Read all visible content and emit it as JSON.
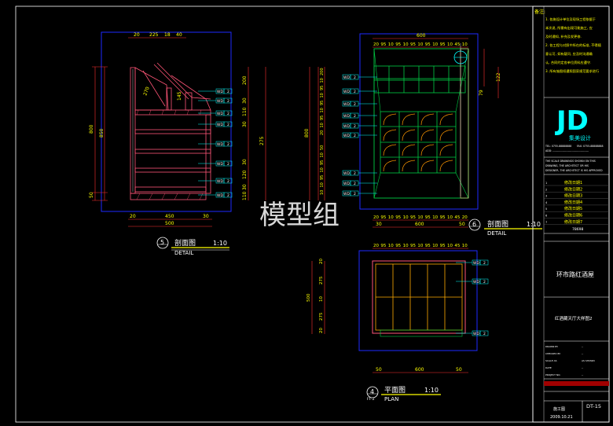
{
  "watermark": "模型组",
  "views": {
    "section5": {
      "number": "5",
      "title": "剖面图",
      "subtitle": "DETAIL",
      "scale": "1:10"
    },
    "section6": {
      "number": "6",
      "title": "剖面图",
      "subtitle": "DETAIL",
      "scale": "1:10"
    },
    "plan4": {
      "number": "4",
      "sheet_ref": "FF-2",
      "title": "平面图",
      "subtitle": "PLAN",
      "scale": "1:10"
    }
  },
  "dims": {
    "s5_top": [
      "20",
      "225",
      "18",
      "40"
    ],
    "s5_left_outer": [
      "800",
      "50"
    ],
    "s5_left_inner": [
      "850"
    ],
    "s5_right": [
      "200",
      "30",
      "110",
      "30",
      "275",
      "30",
      "120",
      "30",
      "110"
    ],
    "s5_inner": [
      "270",
      "145"
    ],
    "s5_bottom_inner": [
      "20",
      "450",
      "30"
    ],
    "s5_bottom_total": [
      "500"
    ],
    "s6_top_total": "600",
    "s6_top": [
      "20",
      "95",
      "10",
      "95",
      "10",
      "95",
      "10",
      "95",
      "10",
      "95",
      "10",
      "45",
      "10"
    ],
    "s6_left": [
      "200",
      "10",
      "95",
      "10",
      "95",
      "10",
      "95",
      "10",
      "20",
      "800",
      "50",
      "10",
      "95",
      "10",
      "95",
      "10",
      "10"
    ],
    "s6_right": [
      "79",
      "122"
    ],
    "s6_bottom": [
      "20",
      "95",
      "10",
      "95",
      "10",
      "95",
      "10",
      "95",
      "10",
      "95",
      "10",
      "45",
      "20"
    ],
    "s6_bottom_total": [
      "30",
      "600",
      "50"
    ],
    "p4_top": [
      "20",
      "95",
      "10",
      "95",
      "10",
      "95",
      "10",
      "95",
      "10",
      "95",
      "10",
      "45",
      "10"
    ],
    "p4_left": [
      "20",
      "275",
      "10",
      "275",
      "20",
      "500"
    ],
    "p4_bottom": [
      "50",
      "600",
      "50"
    ]
  },
  "tag_label": "WD",
  "tag_num": "2",
  "title_block": {
    "notes_title": "备注:",
    "notes": [
      "1. 各施设计单位及现场工程依据于",
      "   本次说, 所需有出现可能施工, 应",
      "   及时通知, 补充及发更修.",
      "2. 各工程与对照中所在的标准, 不得随",
      "   意认可, 如有疑问, 应及时沟通确",
      "   认, 合同约定各单位资料应遵守.",
      "3. 所有施图纸遵照国家规范要求进行"
    ],
    "logo": "JD",
    "company": "集美设计",
    "company_lines": [
      "TEL: 0755-88888888",
      "FAX: 0755-88888888",
      "ADD: ----------------------------------------"
    ],
    "notice_lines": [
      "THE SCALE DRAWINGS SHOWN ON THIS",
      "DRAWING, THE ARCHITECT OR HIS",
      "DESIGNER, THE ARCHITECT IS HIS APPROVED"
    ],
    "revisions": [
      "修改日期1",
      "修改日期2",
      "修改日期3",
      "修改日期4",
      "修改日期5",
      "修改日期6",
      "修改日期7"
    ],
    "rev_marks": [
      "1",
      "2",
      "3",
      "4",
      "5",
      "6",
      "7"
    ],
    "revision_code": "78698",
    "project": "环市路红酒屋",
    "drawing_name": "红酒藏天厅大样图2",
    "fields": [
      "DRAWN BY",
      "CHECKED BY",
      "SCALE AS",
      "DATE",
      "PROJECT NO."
    ],
    "field_values": [
      "--",
      "--",
      "AS SHOWN",
      "--",
      "--"
    ],
    "drawing_no": "DT-15",
    "stage": "施工图",
    "date": "2009.10.21"
  }
}
